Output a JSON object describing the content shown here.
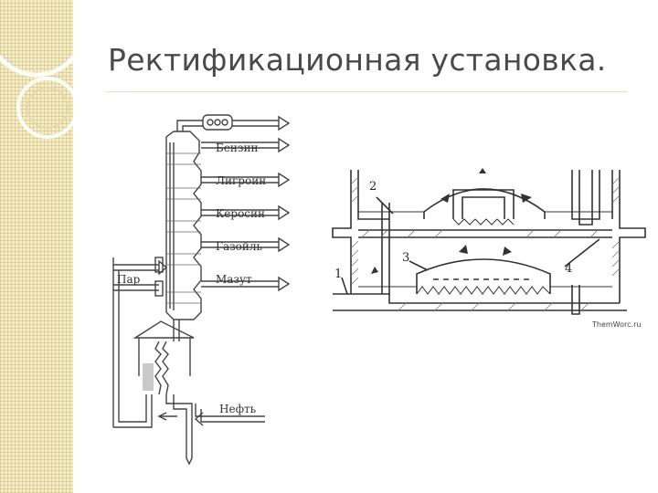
{
  "slide": {
    "title": "Ректификационная установка."
  },
  "column_diagram": {
    "labels": {
      "benzin": "Бензин",
      "ligroin": "Лигроин",
      "kerosin": "Керосин",
      "gazoil": "Газойль",
      "mazut": "Мазут",
      "par": "Пар",
      "neft": "Нефть"
    }
  },
  "tray_diagram": {
    "callouts": [
      "1",
      "2",
      "3",
      "4"
    ],
    "watermark": "ThemWorc.ru"
  },
  "colors": {
    "accent_band": "#f3ecc7",
    "title_text": "#4a4a4a",
    "line": "#333333"
  }
}
